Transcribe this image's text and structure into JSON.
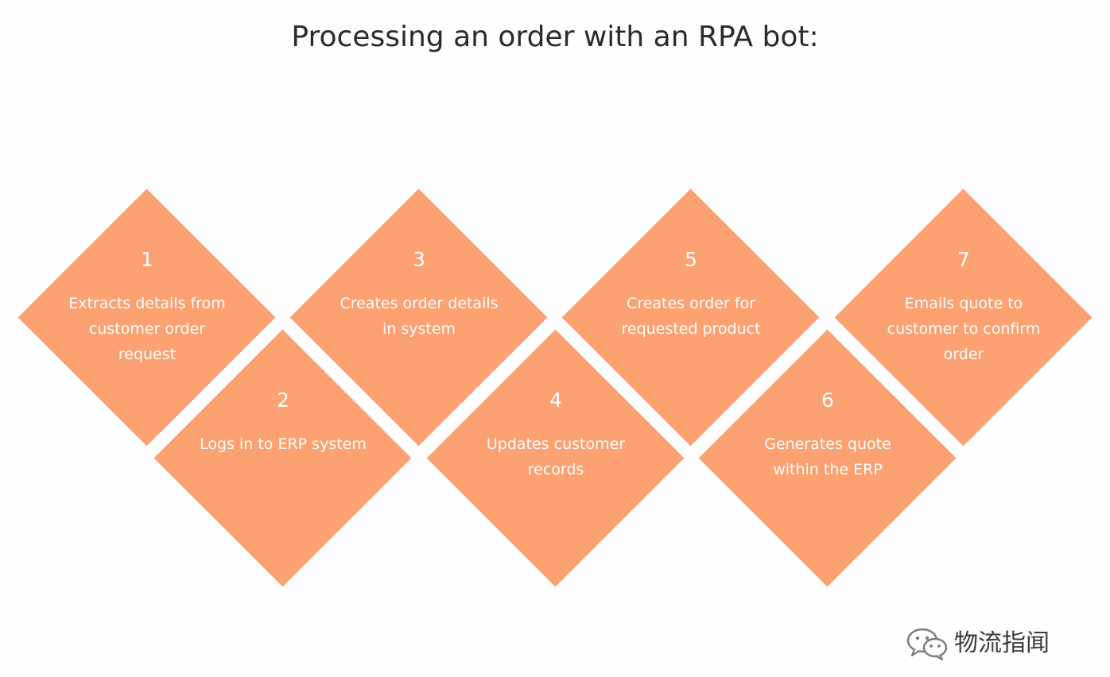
{
  "title": "Processing an order with an RPA bot:",
  "colors": {
    "diamond": "#fba172",
    "text": "#ffffff",
    "title": "#2a2a2a"
  },
  "steps": [
    {
      "number": "1",
      "text": "Extracts details from customer order request"
    },
    {
      "number": "2",
      "text": "Logs in to ERP system"
    },
    {
      "number": "3",
      "text": "Creates order details in system"
    },
    {
      "number": "4",
      "text": "Updates customer records"
    },
    {
      "number": "5",
      "text": "Creates order for requested product"
    },
    {
      "number": "6",
      "text": "Generates quote within the ERP"
    },
    {
      "number": "7",
      "text": "Emails quote to customer to confirm order"
    }
  ],
  "watermark": {
    "icon": "wechat-icon",
    "text": "物流指闻"
  }
}
